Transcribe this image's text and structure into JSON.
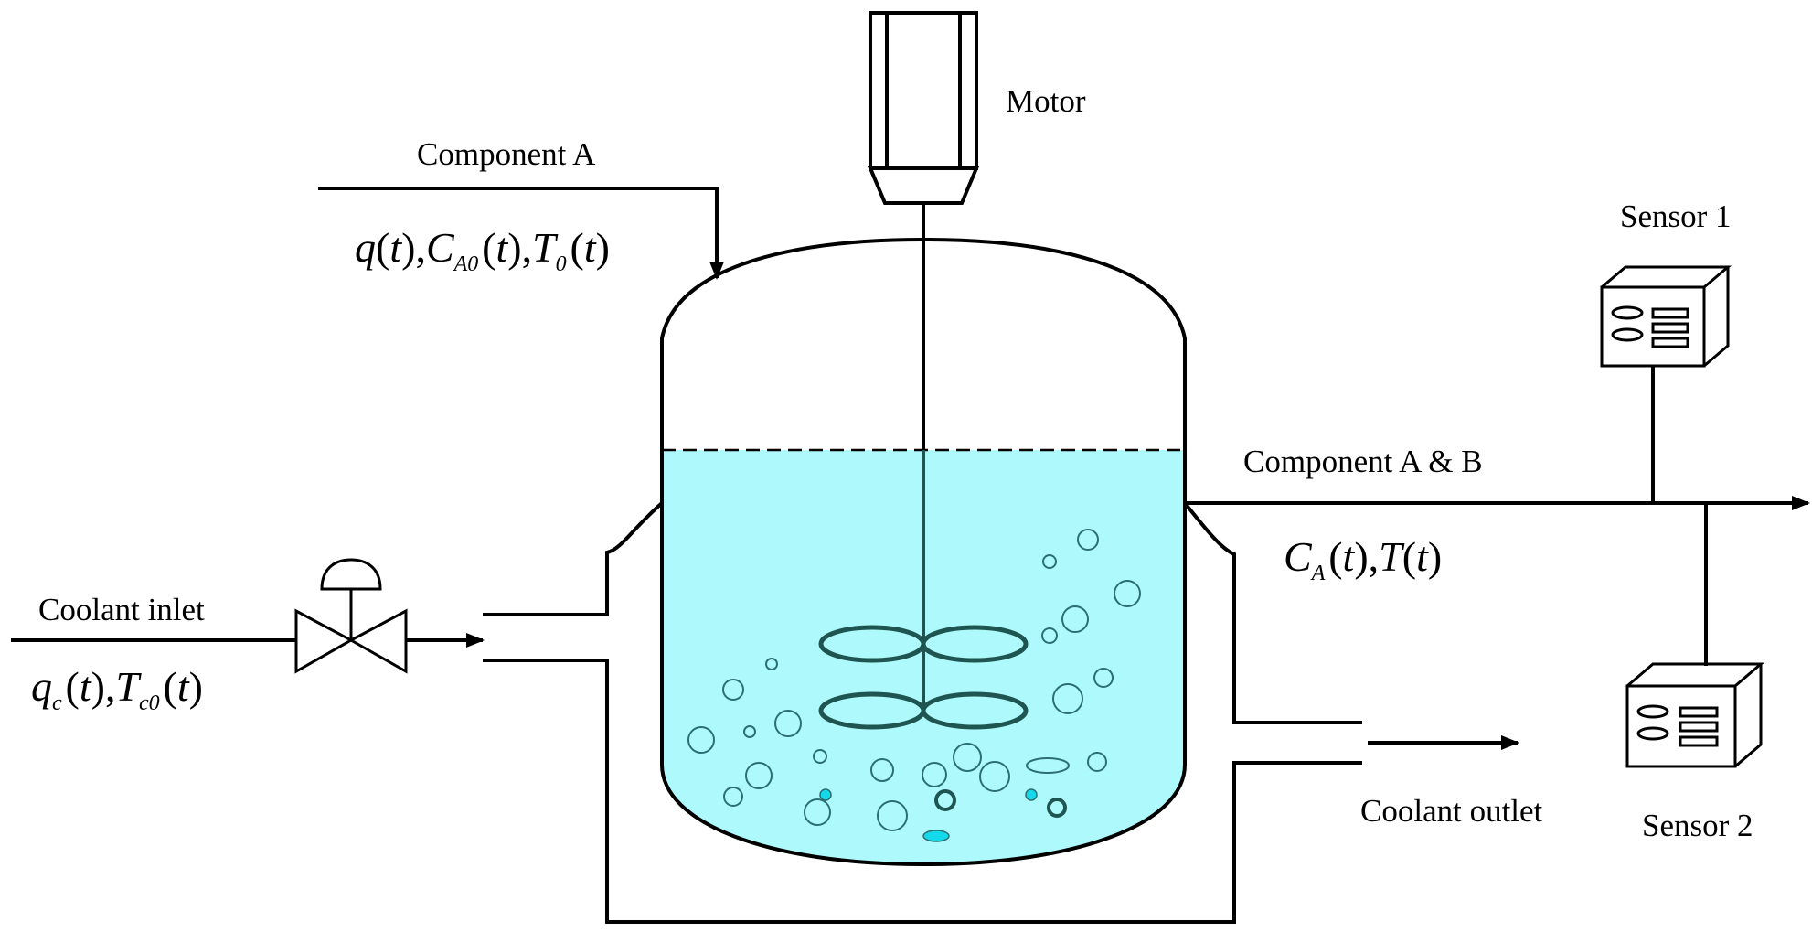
{
  "labels": {
    "motor": "Motor",
    "component_a": "Component A",
    "inlet_vars": "q(t),C_A0(t),T_0(t)",
    "sensor1": "Sensor 1",
    "sensor2": "Sensor 2",
    "component_ab": "Component A & B",
    "outlet_vars": "C_A(t),T(t)",
    "coolant_inlet": "Coolant inlet",
    "coolant_inlet_vars": "q_c(t),T_c0(t)",
    "coolant_outlet": "Coolant outlet"
  },
  "colors": {
    "line": "#000000",
    "liquid": "#aef9fb",
    "impeller": "#1f5550",
    "bubble_stroke": "#2c6f72",
    "bubble_fill": "#aef9fb",
    "bubble_dark": "#1f5550",
    "bubble_bright": "#14d9ea"
  }
}
